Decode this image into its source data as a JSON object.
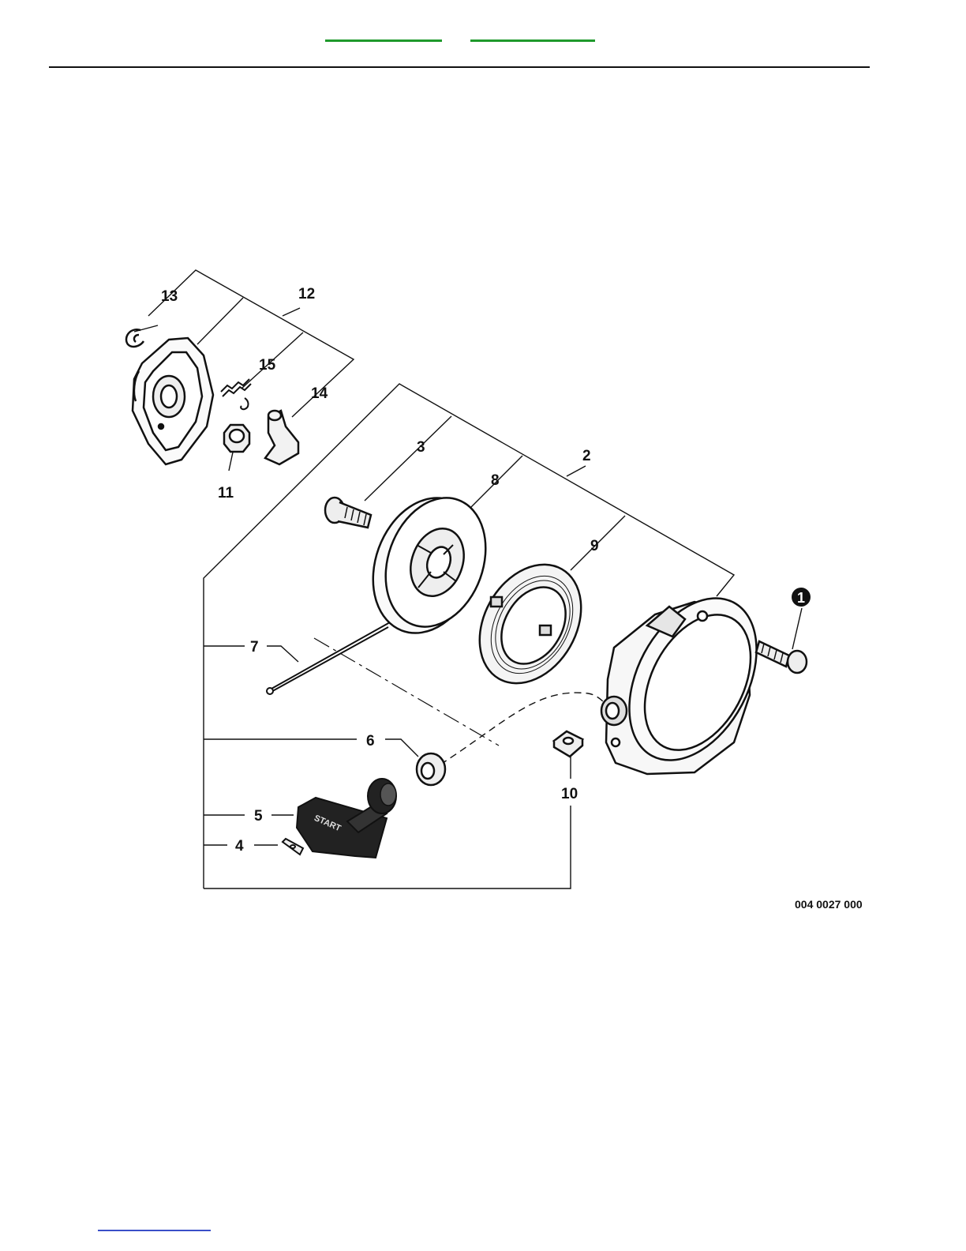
{
  "header": {
    "link_left_color": "#1f9a2c",
    "link_right_color": "#1f9a2c"
  },
  "footer": {
    "link_color": "#3a4fc8"
  },
  "diagram": {
    "callouts": {
      "c1": "1",
      "c2": "2",
      "c3": "3",
      "c4": "4",
      "c5": "5",
      "c6": "6",
      "c7": "7",
      "c8": "8",
      "c9": "9",
      "c10": "10",
      "c11": "11",
      "c12": "12",
      "c13": "13",
      "c14": "14",
      "c15": "15"
    },
    "handle_text": "START",
    "drawing_code": "004 0027 000"
  }
}
